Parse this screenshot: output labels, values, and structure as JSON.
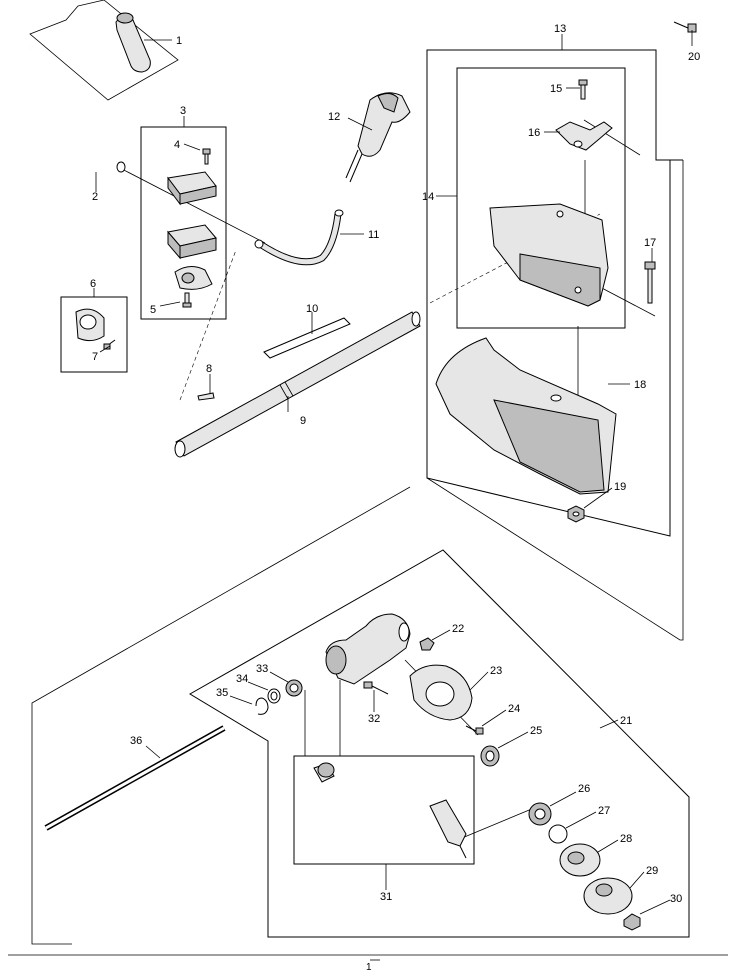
{
  "diagram": {
    "callouts": [
      "1",
      "2",
      "3",
      "4",
      "5",
      "6",
      "7",
      "8",
      "9",
      "10",
      "11",
      "12",
      "13",
      "14",
      "15",
      "16",
      "17",
      "18",
      "19",
      "20",
      "21",
      "22",
      "23",
      "24",
      "25",
      "26",
      "27",
      "28",
      "29",
      "30",
      "31",
      "32",
      "33",
      "34",
      "35",
      "36"
    ]
  },
  "footer": {
    "page_number": "1"
  }
}
